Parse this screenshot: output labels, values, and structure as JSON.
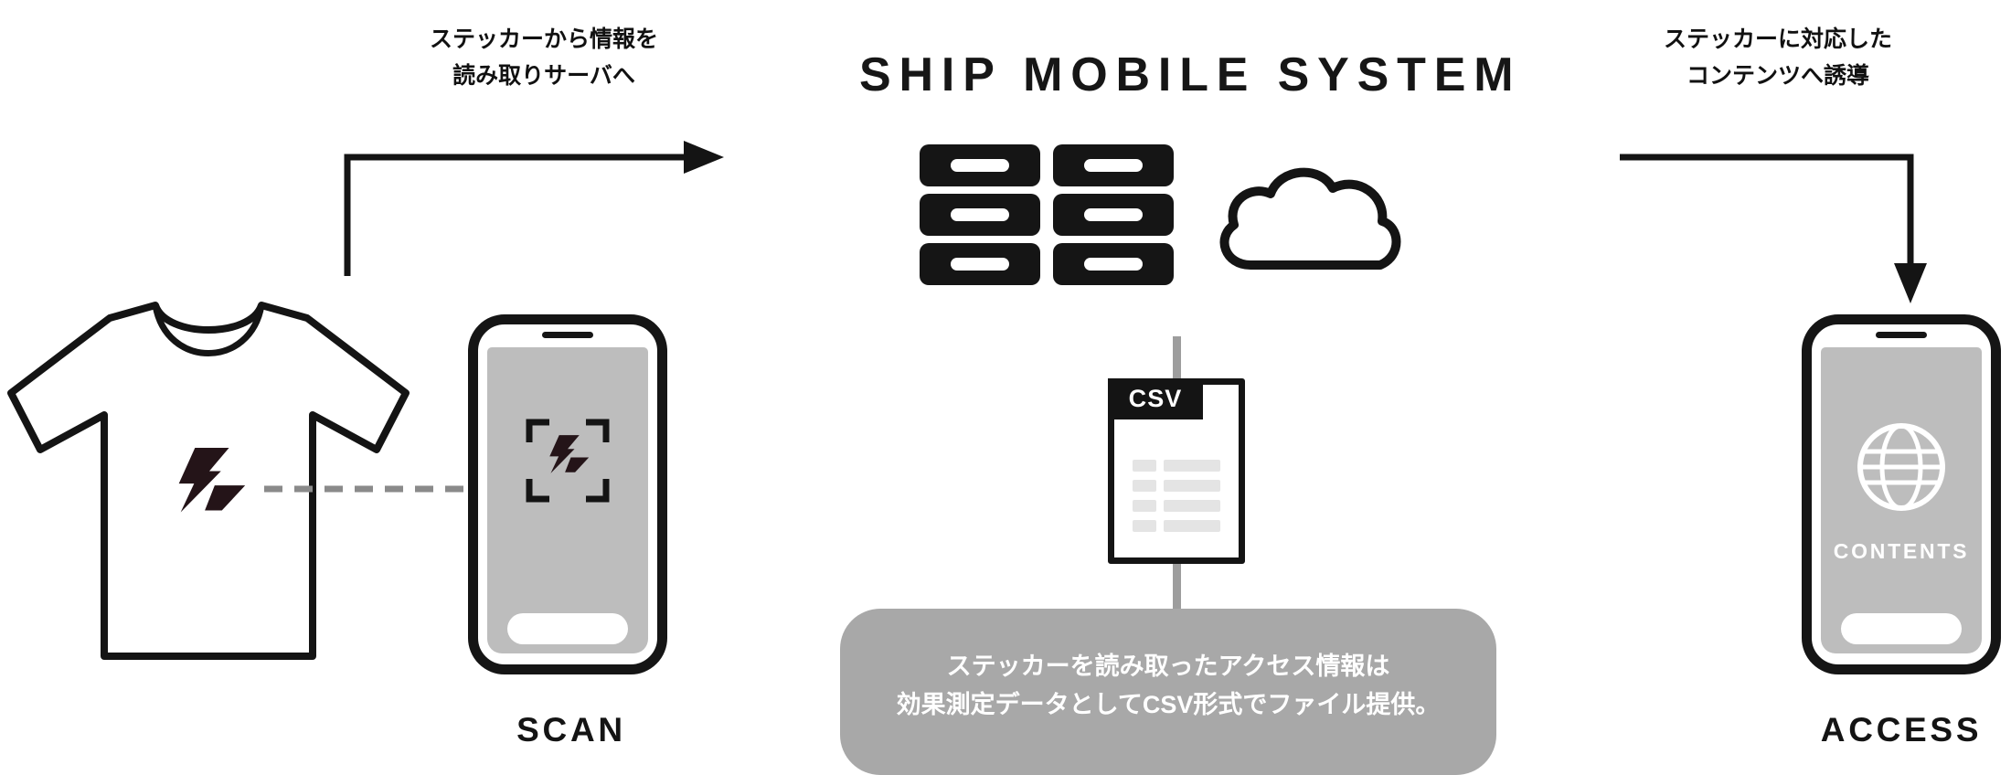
{
  "title": "SHIP MOBILE SYSTEM",
  "flow_left": {
    "caption": [
      "ステッカーから情報を",
      "読み取りサーバへ"
    ],
    "label": "SCAN"
  },
  "flow_right": {
    "caption": [
      "ステッカーに対応した",
      "コンテンツへ誘導"
    ],
    "label": "ACCESS"
  },
  "csv": {
    "tab": "CSV",
    "note": [
      "ステッカーを読み取ったアクセス情報は",
      "効果測定データとしてCSV形式でファイル提供。"
    ]
  },
  "contents_phone": {
    "screen_label": "CONTENTS"
  },
  "colors": {
    "ink": "#141414",
    "screen_gray": "#bdbdbd",
    "note_gray": "#a8a8a8",
    "connector_gray": "#9d9d9d",
    "dash_gray": "#8a8a8a",
    "csv_bar_gray": "#e4e4e4",
    "logo": "#241418",
    "background": "#ffffff"
  }
}
